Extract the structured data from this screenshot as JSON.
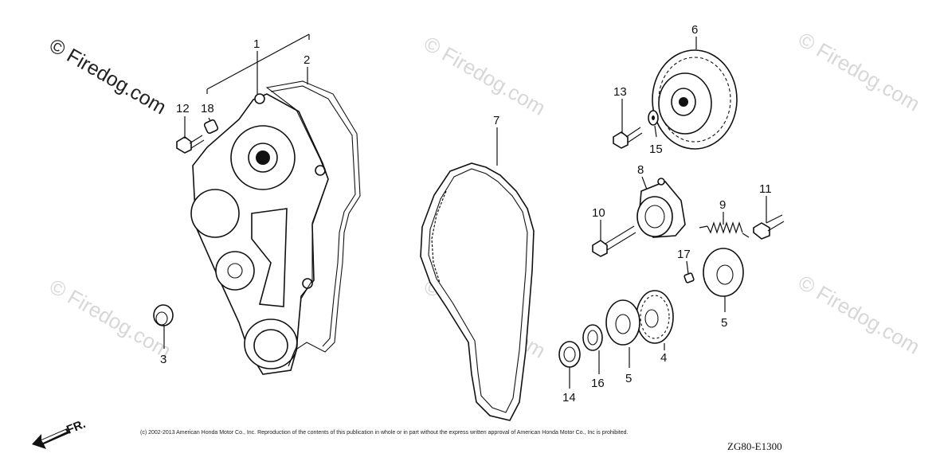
{
  "watermarks": {
    "primary": "© Firedog.com",
    "faint": "© Firedog.com"
  },
  "callouts": {
    "c1": "1",
    "c2": "2",
    "c3": "3",
    "c4": "4",
    "c5a": "5",
    "c5b": "5",
    "c6": "6",
    "c7": "7",
    "c8": "8",
    "c9": "9",
    "c10": "10",
    "c11": "11",
    "c12": "12",
    "c13": "13",
    "c14": "14",
    "c15": "15",
    "c16": "16",
    "c17": "17",
    "c18": "18"
  },
  "front_marker": "FR.",
  "copyright": "(c) 2002-2013 American Honda Motor Co., Inc. Reproduction of the contents of this publication in whole or in part without the express written approval of American Honda Motor Co., Inc is prohibited.",
  "diagram_code": "ZG80-E1300"
}
